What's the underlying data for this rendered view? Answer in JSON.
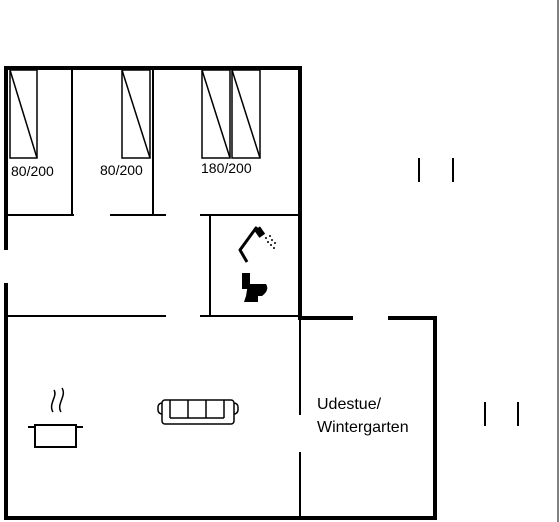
{
  "rooms": {
    "bed1": {
      "size_label": "80/200"
    },
    "bed2": {
      "size_label": "80/200"
    },
    "bed3": {
      "size_label": "180/200"
    },
    "sunroom": {
      "label_line1": "Udestue/",
      "label_line2": "Wintergarten"
    }
  },
  "icons": {
    "shower": "shower-icon",
    "toilet": "toilet-icon",
    "kitchen": "cooking-pot-icon",
    "living": "sofa-icon"
  }
}
